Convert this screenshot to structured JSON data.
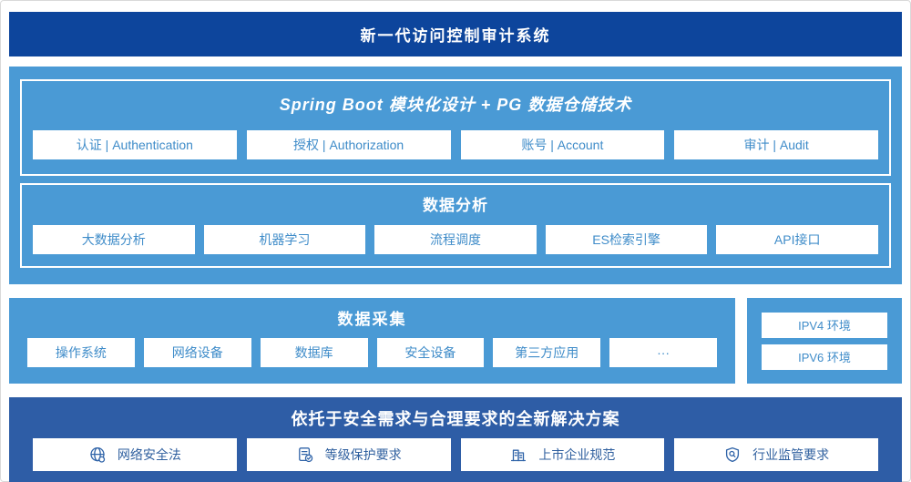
{
  "banner": {
    "title": "新一代访问控制审计系统"
  },
  "platform": {
    "spring": {
      "title": "Spring Boot 模块化设计 + PG 数据仓储技术",
      "modules": [
        "认证 | Authentication",
        "授权 | Authorization",
        "账号 | Account",
        "审计 | Audit"
      ]
    },
    "analysis": {
      "title": "数据分析",
      "modules": [
        "大数据分析",
        "机器学习",
        "流程调度",
        "ES检索引擎",
        "API接口"
      ]
    }
  },
  "collection": {
    "title": "数据采集",
    "modules": [
      "操作系统",
      "网络设备",
      "数据库",
      "安全设备",
      "第三方应用",
      "···"
    ]
  },
  "env": {
    "modules": [
      "IPV4 环境",
      "IPV6 环境"
    ]
  },
  "solution": {
    "title": "依托于安全需求与合理要求的全新解决方案",
    "modules": [
      {
        "icon": "globe-icon",
        "label": "网络安全法"
      },
      {
        "icon": "doc-check-icon",
        "label": "等级保护要求"
      },
      {
        "icon": "building-icon",
        "label": "上市企业规范"
      },
      {
        "icon": "shield-search-icon",
        "label": "行业监管要求"
      }
    ]
  },
  "colors": {
    "banner_bg": "#0d459c",
    "section_bg": "#4a9ad5",
    "solution_bg": "#2e5da6",
    "module_text": "#3f8cc9",
    "solution_module_text": "#30609f",
    "panel_border": "#ffffff"
  }
}
